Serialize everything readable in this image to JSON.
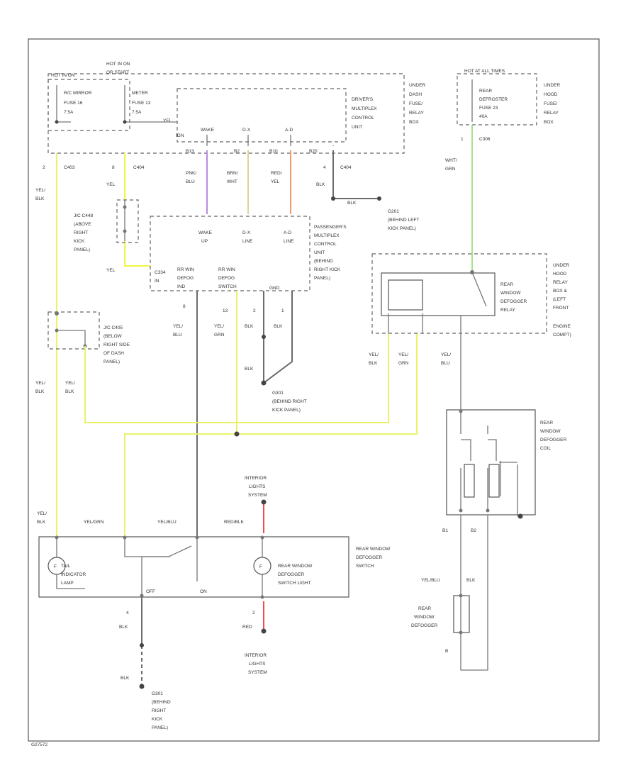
{
  "colors": {
    "yel_blk": "#eaf26a",
    "yel": "#f2f542",
    "pnk_blu": "#b98ae0",
    "brn_wht": "#d9d59a",
    "red_yel": "#f59a6b",
    "wht_grn": "#a7e28a",
    "red": "#ef4c4c",
    "yel_grn": "#eaf26a",
    "blk": "#6b6b6b"
  },
  "diagram_id": "G27572",
  "top_fuse_box": {
    "hot_in_on": "HOT IN ON",
    "hot_on_start": "HOT IN ON\nOR START",
    "mirror_fuse": [
      "R/C MIRROR",
      "FUSE 16",
      "7.5A"
    ],
    "meter_fuse": [
      "METER",
      "FUSE 13",
      "7.5A"
    ],
    "label": [
      "UNDER",
      "DASH",
      "FUSE/",
      "RELAY",
      "BOX"
    ],
    "driver_unit": [
      "DRIVER'S",
      "MULTIPLEX",
      "CONTROL",
      "UNIT"
    ],
    "ign_label": "IGN",
    "yel_label": "YEL",
    "wake_label": "WAKE",
    "dlin_label": "D-X",
    "a_d_label": "A-D",
    "pins": [
      "B13",
      "B2",
      "B10",
      "B20"
    ]
  },
  "rear_fuse_box": {
    "hot_at_all_times": "HOT AT ALL TIMES",
    "fuse": [
      "REAR",
      "DEFROSTER",
      "FUSE 23",
      "40A"
    ],
    "label": [
      "UNDER",
      "HOOD",
      "FUSE/",
      "RELAY",
      "BOX"
    ],
    "pin": "1",
    "connector": "C306",
    "wire": [
      "WHT/",
      "GRN"
    ]
  },
  "top_wires": {
    "left_pin": "2",
    "left_conn": "C403",
    "left_wire": [
      "YEL/",
      "BLK"
    ],
    "meter_pin": "8",
    "meter_conn": "C404",
    "meter_wire": "YEL",
    "pnk_wire": [
      "PNK/",
      "BLU"
    ],
    "brn_wire": [
      "BRN/",
      "WHT"
    ],
    "red_wire": [
      "RED/",
      "YEL"
    ],
    "blk_pin": "4",
    "blk_conn": "C404",
    "blk_wire": "BLK"
  },
  "ground_left_kick": {
    "g_label": "G201",
    "desc": [
      "(BEHIND LEFT",
      "KICK PANEL)"
    ],
    "wire": "BLK"
  },
  "jc_above": [
    "J/C C448",
    "(ABOVE",
    "RIGHT",
    "KICK",
    "PANEL)"
  ],
  "jc_below": [
    "J/C C405",
    "(BELOW",
    "RIGHT SIDE",
    "OF DASH",
    "PANEL)"
  ],
  "passenger_unit": {
    "label": [
      "PASSENGER'S",
      "MULTIPLEX",
      "CONTROL",
      "UNIT",
      "(BEHIND",
      "RIGHT KICK",
      "PANEL)"
    ],
    "wake_up": [
      "WAKE",
      "UP"
    ],
    "dx_line": [
      "D-X",
      "LINE"
    ],
    "ad_line": [
      "A-D",
      "LINE"
    ],
    "ign_pin": [
      "C334",
      "IN"
    ],
    "def_ind": [
      "RR WIN",
      "DEFOG",
      "IND"
    ],
    "def_sw": [
      "RR WIN",
      "DEFOG",
      "SWITCH"
    ],
    "gnd": "GND",
    "pins": [
      "8",
      "13",
      "2",
      "1"
    ]
  },
  "relay": {
    "label": [
      "UNDER",
      "HOOD",
      "RELAY",
      "BOX &",
      "(LEFT",
      "FRONT",
      "ENGINE",
      "COMPT)"
    ],
    "name": [
      "REAR",
      "WINDOW",
      "DEFOGGER",
      "RELAY"
    ]
  },
  "mid_wires": {
    "yel_blu": [
      "YEL/",
      "BLU"
    ],
    "yel_grn": [
      "YEL/",
      "GRN"
    ],
    "blk1": "BLK",
    "blk2": "BLK",
    "blk3": "BLK",
    "yel_blk_left": [
      "YEL/",
      "BLK"
    ],
    "yel_blk_left2": [
      "YEL/",
      "BLK"
    ],
    "relay_yel_blk": [
      "YEL/",
      "BLK"
    ],
    "relay_yel_grn": [
      "YEL/",
      "GRN"
    ],
    "relay_yel_blu": [
      "YEL/",
      "BLU"
    ]
  },
  "ground_right_kick": {
    "g_label": "G301",
    "desc": [
      "(BEHIND RIGHT",
      "KICK PANEL)"
    ]
  },
  "coil": {
    "label": [
      "REAR",
      "WINDOW",
      "DEFOGGER",
      "COIL"
    ],
    "pins": [
      "B1",
      "B2"
    ]
  },
  "switch": {
    "label": [
      "REAR WINDOW",
      "DEFOGGER",
      "SWITCH"
    ],
    "tail_lamp": [
      "TAIL",
      "INDICATOR",
      "LAMP"
    ],
    "switch_light": [
      "REAR WINDOW",
      "DEFOGGER",
      "SWITCH LIGHT"
    ],
    "off": "OFF",
    "on": "ON",
    "top_wires": [
      "YEL/",
      "BLK",
      "YEL/GRN",
      "YEL/BLU",
      "RED/BLK"
    ],
    "bottom_pins": [
      "4",
      "2"
    ],
    "interior_top": [
      "INTERIOR",
      "LIGHTS",
      "SYSTEM"
    ],
    "interior_bottom": [
      "INTERIOR",
      "LIGHTS",
      "SYSTEM"
    ],
    "blk": "BLK",
    "red": "RED"
  },
  "ground_bottom": {
    "g_label": "G301",
    "desc": [
      "(BEHIND",
      "RIGHT",
      "KICK",
      "PANEL)"
    ],
    "wire": "BLK"
  },
  "defogger": {
    "label": [
      "REAR",
      "WINDOW",
      "DEFOGGER"
    ],
    "wire_left": "YEL/BLU",
    "wire_right": "BLK",
    "pin": "B"
  }
}
